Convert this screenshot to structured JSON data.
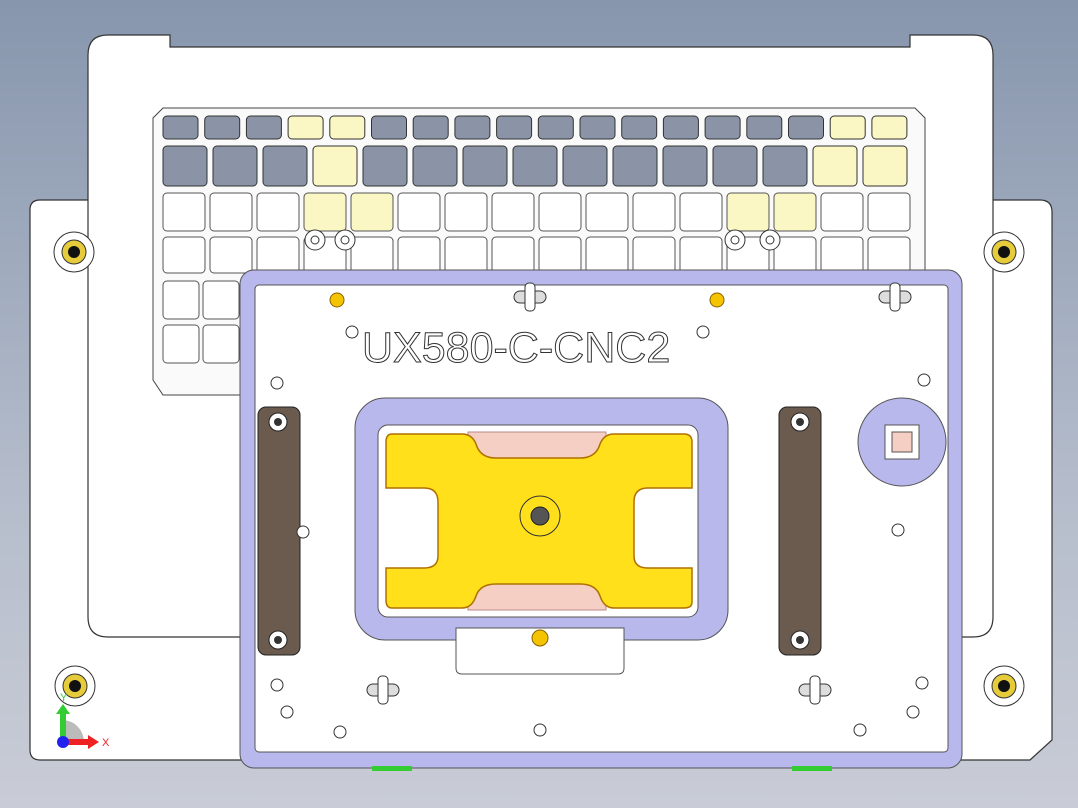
{
  "model": {
    "engraved_label": "UX580-C-CNC2"
  },
  "triad": {
    "x_label": "X",
    "y_label": "Y"
  },
  "colors": {
    "plate": "#ffffff",
    "fixture_border": "#b8b8ec",
    "nest_part": "#ffe01a",
    "relief": "#f6cfc4",
    "handle": "#6b5a4e",
    "key_dark": "#8a94a6",
    "key_highlight": "#fbf7c4"
  }
}
